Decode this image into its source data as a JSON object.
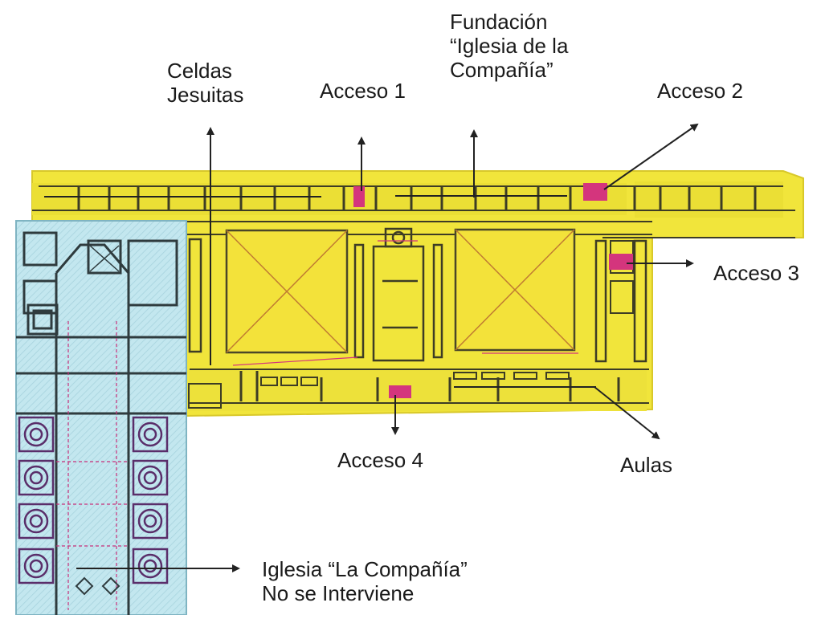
{
  "labels": {
    "celdas_line1": "Celdas",
    "celdas_line2": "Jesuitas",
    "acceso1": "Acceso 1",
    "fundacion_line1": "Fundación",
    "fundacion_line2": "“Iglesia de la",
    "fundacion_line3": "Compañía”",
    "acceso2": "Acceso 2",
    "acceso3": "Acceso 3",
    "acceso4": "Acceso 4",
    "aulas": "Aulas",
    "iglesia_line1": "Iglesia “La Compañía”",
    "iglesia_line2": "No se Interviene"
  },
  "colors": {
    "building_fill": "#f2e83a",
    "building_fill_alt": "#ede23f",
    "church_fill": "#bfe6ee",
    "wall_line": "#3a3a2a",
    "accent_magenta": "#c8307a",
    "accent_red": "#d9342b",
    "arrow": "#222222"
  }
}
